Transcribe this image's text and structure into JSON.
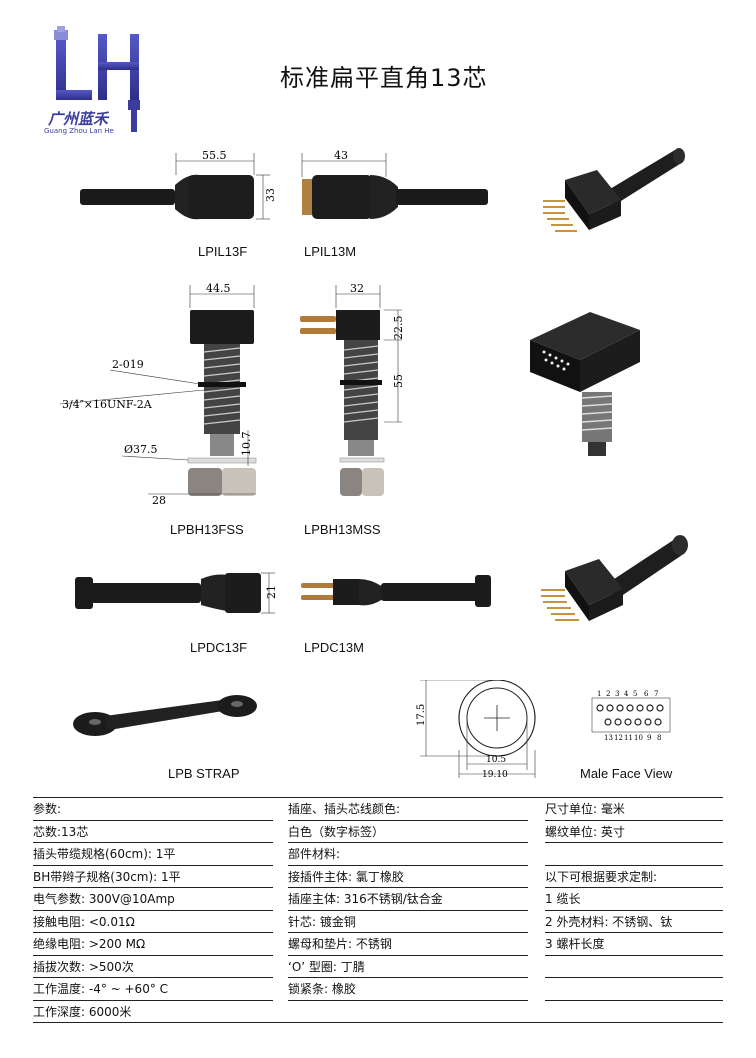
{
  "header": {
    "title": "标准扁平直角13芯",
    "logo_cn": "广州蓝禾",
    "logo_en": "Guang Zhou Lan He"
  },
  "drawings": {
    "lpil13f": {
      "label": "LPIL13F",
      "width": "55.5",
      "height": "33"
    },
    "lpil13m": {
      "label": "LPIL13M",
      "width": "43"
    },
    "lpbh13fss": {
      "label": "LPBH13FSS",
      "width": "44.5",
      "oring": "2-019",
      "thread": "3/4″×16UNF-2A",
      "washer_dia": "Ø37.5",
      "pin_len": "10.7",
      "nut": "28"
    },
    "lpbh13mss": {
      "label": "LPBH13MSS",
      "width": "32",
      "top": "22.5",
      "body": "55"
    },
    "lpdc13f": {
      "label": "LPDC13F",
      "height": "21"
    },
    "lpdc13m": {
      "label": "LPDC13M"
    },
    "strap": {
      "label": "LPB STRAP"
    },
    "circle": {
      "outer": "17.5",
      "inner": "10.5",
      "total": "19.10"
    },
    "face": {
      "label": "Male Face View",
      "top_nums": [
        "1",
        "2",
        "3",
        "4",
        "5",
        "6",
        "7"
      ],
      "bottom_nums": [
        "13",
        "12",
        "11",
        "10",
        "9",
        "8"
      ]
    }
  },
  "spec": {
    "col1": [
      "参数:",
      "芯数:13芯",
      "插头带缆规格(60cm): 1平",
      "BH带辫子规格(30cm): 1平",
      "电气参数: 300V@10Amp",
      "接触电阻: <0.01Ω",
      "绝缘电阻: >200 MΩ",
      "插拔次数: >500次",
      "工作温度: -4° ~ +60° C",
      "工作深度: 6000米"
    ],
    "col2": [
      "插座、插头芯线颜色:",
      "白色（数字标签）",
      "部件材料:",
      "接插件主体: 氯丁橡胶",
      "插座主体: 316不锈钢/钛合金",
      "针芯: 镀金铜",
      "螺母和垫片: 不锈钢",
      "‘O’ 型圈: 丁腈",
      "锁紧条: 橡胶"
    ],
    "col3": [
      "尺寸单位: 毫米",
      "螺纹单位: 英寸",
      "",
      "以下可根据要求定制:",
      "1 缆长",
      "2 外壳材料: 不锈钢、钛",
      "3 螺杆长度",
      "",
      ""
    ]
  }
}
